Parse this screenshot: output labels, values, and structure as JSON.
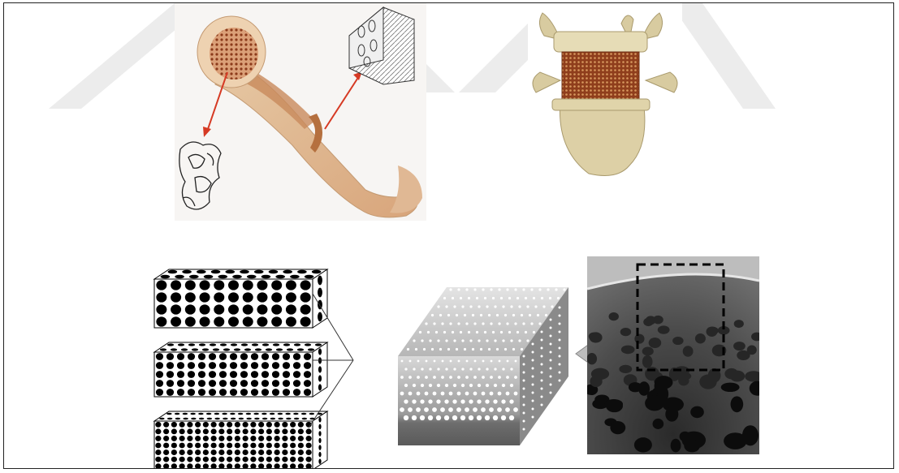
{
  "figure": {
    "panels": [
      {
        "name": "long-bone-illustration"
      },
      {
        "name": "vertebra-photo"
      },
      {
        "name": "graded-porosity-blocks"
      },
      {
        "name": "gradient-porous-block"
      },
      {
        "name": "sem-micrograph"
      }
    ]
  },
  "colors": {
    "bone_light": "#e8c9a2",
    "bone_mid": "#d59d6c",
    "marrow": "#9b3c1b",
    "arrow_red": "#d63a24",
    "watermark": "#e9e9e9",
    "dot_black": "#000000",
    "block_gray": "#a4a4a4",
    "block_dark": "#5d5d5d",
    "sem_gray": "#3a3a3a"
  },
  "icons": {
    "right_pointing_arrow": "arrow-left-icon",
    "callout_arrow": "red-arrow-icon"
  }
}
